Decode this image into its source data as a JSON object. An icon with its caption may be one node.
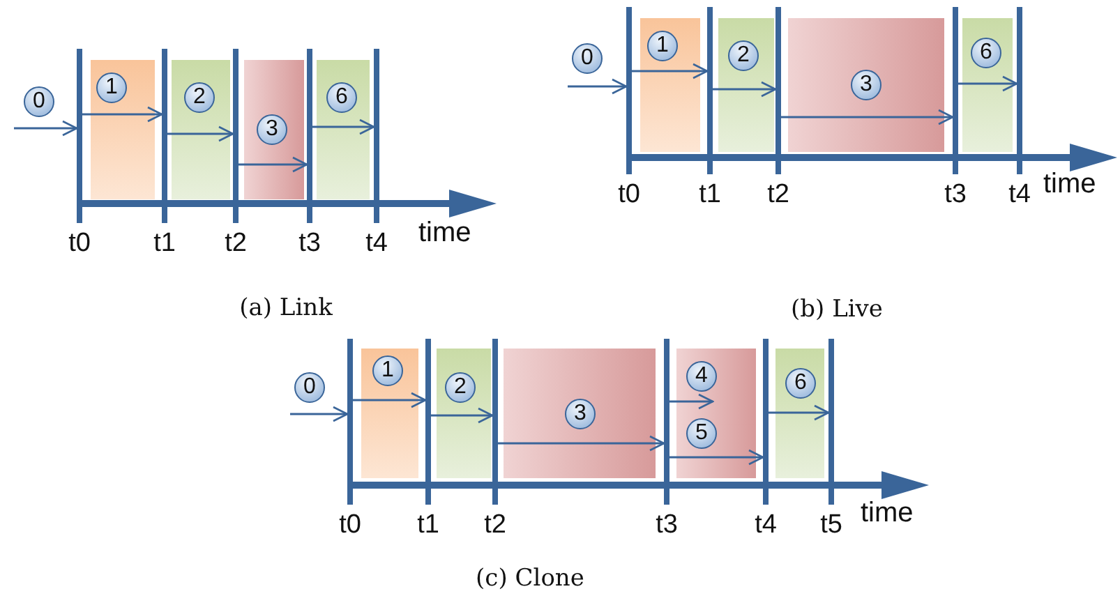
{
  "diagram": {
    "nodes": [
      {
        "text": [],
        "shape": "bar",
        "beside": [
          "t0"
        ]
      },
      {
        "text": [],
        "shape": "bar",
        "beside": [
          "t1"
        ]
      },
      {
        "text": [],
        "shape": "bar",
        "beside": [
          "t2"
        ]
      },
      {
        "text": [],
        "shape": "bar",
        "beside": [
          "t3"
        ]
      },
      {
        "text": [],
        "shape": "bar",
        "beside": [
          "t4"
        ]
      },
      {
        "text": [],
        "shape": "bar",
        "beside": [
          "t0"
        ]
      },
      {
        "text": [],
        "shape": "bar",
        "beside": [
          "t1"
        ]
      },
      {
        "text": [],
        "shape": "bar",
        "beside": [
          "t2"
        ]
      },
      {
        "text": [],
        "shape": "bar",
        "beside": [
          "t3"
        ]
      },
      {
        "text": [],
        "shape": "bar",
        "beside": [
          "t4"
        ]
      },
      {
        "text": [],
        "shape": "bar",
        "beside": [
          "t0"
        ]
      },
      {
        "text": [],
        "shape": "bar",
        "beside": [
          "t1"
        ]
      },
      {
        "text": [],
        "shape": "bar",
        "beside": [
          "t2"
        ]
      },
      {
        "text": [],
        "shape": "bar",
        "beside": [
          "t3"
        ]
      },
      {
        "text": [],
        "shape": "bar",
        "beside": [
          "t4"
        ]
      },
      {
        "text": [],
        "shape": "bar",
        "beside": [
          "t5"
        ]
      }
    ],
    "edges": [
      {
        "from": null,
        "to": 0,
        "arrow": "to",
        "label": "0"
      },
      {
        "from": 0,
        "to": 1,
        "arrow": "to",
        "label": "1"
      },
      {
        "from": 1,
        "to": 2,
        "arrow": "to",
        "label": "2"
      },
      {
        "from": 2,
        "to": 3,
        "arrow": "to",
        "label": "3"
      },
      {
        "from": 3,
        "to": 4,
        "arrow": "to",
        "label": "6"
      },
      {
        "from": null,
        "to": 5,
        "arrow": "to",
        "label": "0"
      },
      {
        "from": 5,
        "to": 6,
        "arrow": "to",
        "label": "1"
      },
      {
        "from": 6,
        "to": 7,
        "arrow": "to",
        "label": "2"
      },
      {
        "from": 7,
        "to": 8,
        "arrow": "to",
        "label": "3"
      },
      {
        "from": 8,
        "to": 9,
        "arrow": "to",
        "label": "6"
      },
      {
        "from": null,
        "to": 10,
        "arrow": "to",
        "label": "0"
      },
      {
        "from": 10,
        "to": 11,
        "arrow": "to",
        "label": "1"
      },
      {
        "from": 11,
        "to": 12,
        "arrow": "to",
        "label": "2"
      },
      {
        "from": 12,
        "to": 13,
        "arrow": "to",
        "label": "3"
      },
      {
        "from": 13,
        "to": null,
        "arrow": "to",
        "label": "4"
      },
      {
        "from": 13,
        "to": 14,
        "arrow": "to",
        "label": "5"
      },
      {
        "from": 14,
        "to": 15,
        "arrow": "to",
        "label": "6"
      }
    ],
    "labels": [
      "time",
      "(a) Link",
      "time",
      "(b) Live",
      "time",
      "(c) Clone"
    ]
  }
}
